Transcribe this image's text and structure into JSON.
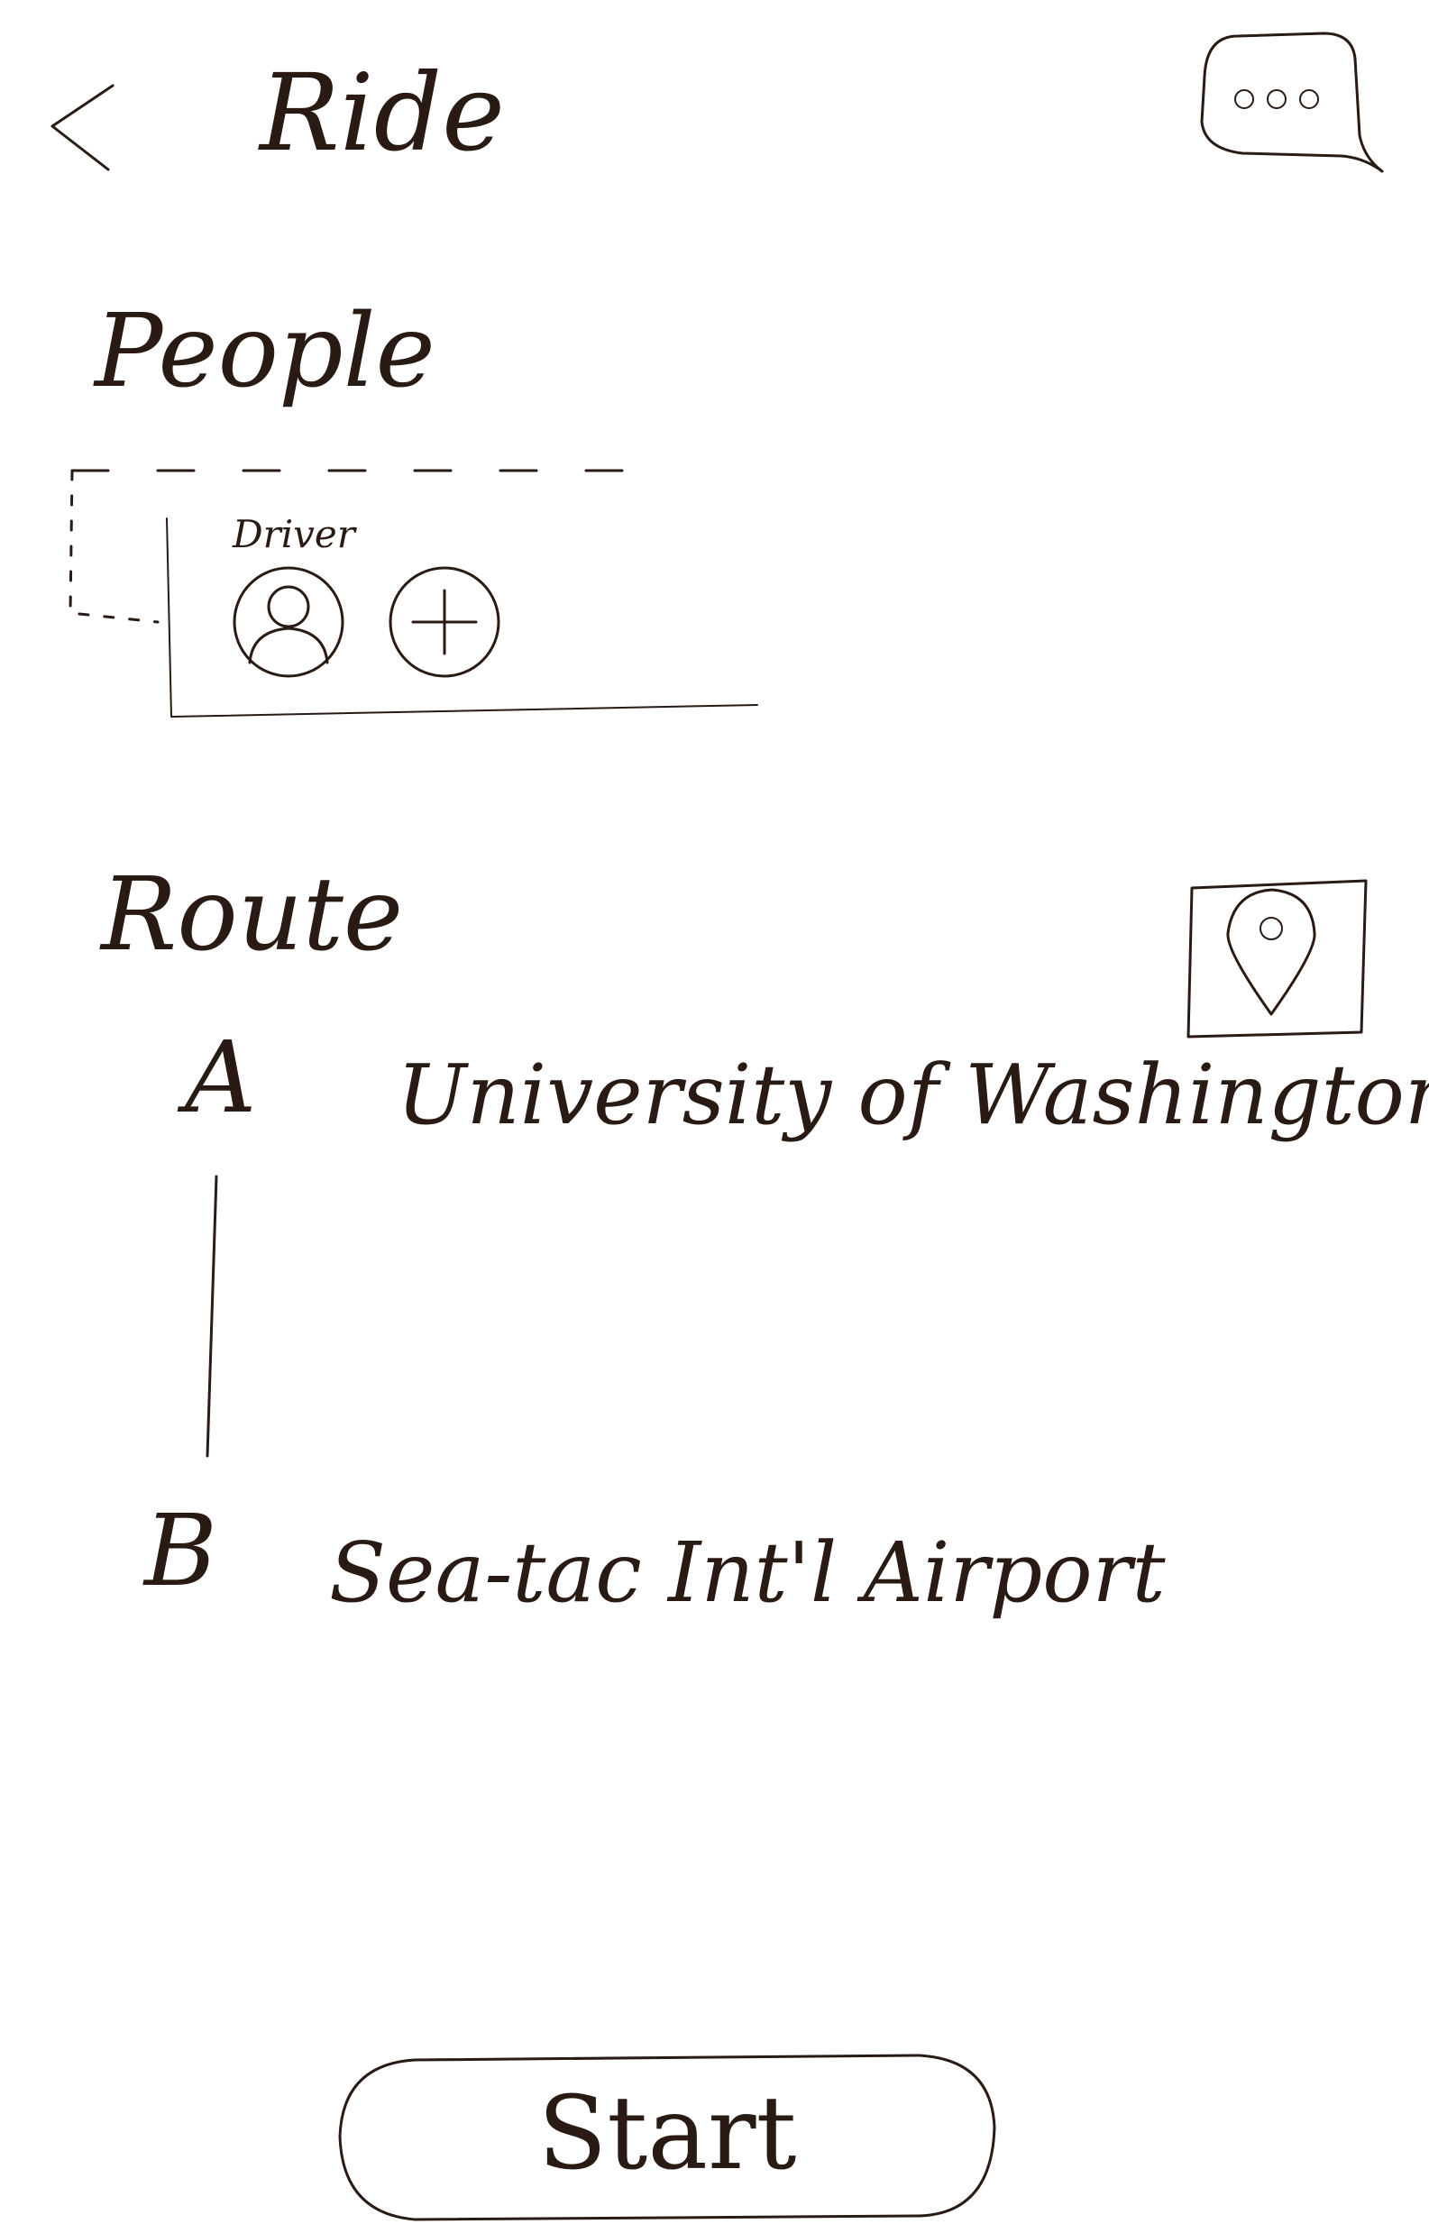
{
  "header": {
    "back_icon": "chevron-left-icon",
    "title": "Ride",
    "chat_icon": "chat-bubble-ellipsis-icon"
  },
  "people": {
    "heading": "People",
    "driver_label": "Driver",
    "driver_avatar_icon": "person-icon",
    "add_icon": "plus-circle-icon"
  },
  "route": {
    "heading": "Route",
    "map_button_icon": "map-pin-icon",
    "stops": [
      {
        "marker": "A",
        "name": "University of Washington"
      },
      {
        "marker": "B",
        "name": "Sea-tac Int'l Airport"
      }
    ]
  },
  "footer": {
    "start_label": "Start"
  },
  "colors": {
    "ink": "#2a1a14",
    "paper": "#ffffff"
  }
}
